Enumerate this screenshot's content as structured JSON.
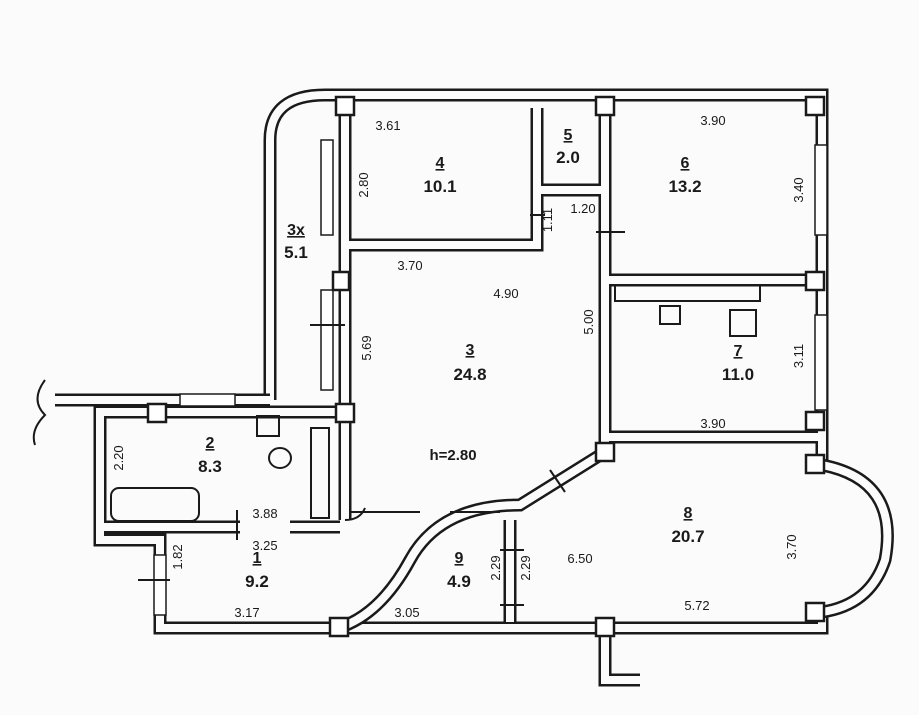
{
  "ceiling_height": "h=2.80",
  "rooms": [
    {
      "number": "1",
      "area": "9.2"
    },
    {
      "number": "2",
      "area": "8.3"
    },
    {
      "number": "3",
      "area": "24.8"
    },
    {
      "number": "3x",
      "area": "5.1"
    },
    {
      "number": "4",
      "area": "10.1"
    },
    {
      "number": "5",
      "area": "2.0"
    },
    {
      "number": "6",
      "area": "13.2"
    },
    {
      "number": "7",
      "area": "11.0"
    },
    {
      "number": "8",
      "area": "20.7"
    },
    {
      "number": "9",
      "area": "4.9"
    }
  ],
  "dimensions": {
    "r4_width": "3.61",
    "r4_height": "2.80",
    "r4_bottom": "3.70",
    "r5_door": "1.11",
    "r5_width": "1.20",
    "r6_width": "3.90",
    "r6_height": "3.40",
    "r3_width": "4.90",
    "r3_left": "5.69",
    "r3_right": "5.00",
    "r7_height": "3.11",
    "r7_width": "3.90",
    "r2_height": "2.20",
    "r2_width": "3.88",
    "r1_top": "3.25",
    "r1_height": "1.82",
    "r1_bottom": "3.17",
    "r9_bottom": "3.05",
    "r9_h1": "2.29",
    "r9_h2": "2.29",
    "r8_width": "6.50",
    "r8_bottom": "5.72",
    "r8_height": "3.70"
  }
}
